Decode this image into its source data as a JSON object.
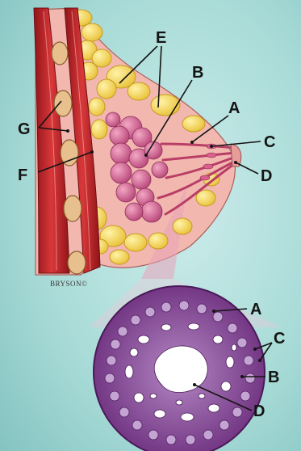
{
  "labels": {
    "upper": [
      "A",
      "B",
      "C",
      "D",
      "E",
      "F",
      "G"
    ],
    "lower": [
      "A",
      "B",
      "C",
      "D"
    ]
  },
  "credit": "BRYSON©",
  "colors": {
    "background": "#9ed3cf",
    "fat": "#f2d04a",
    "muscle": "#c4262a",
    "breast_tissue": "#f3b2aa",
    "lobule": "#d56a8e",
    "cross_section": "#7d3f8d"
  }
}
